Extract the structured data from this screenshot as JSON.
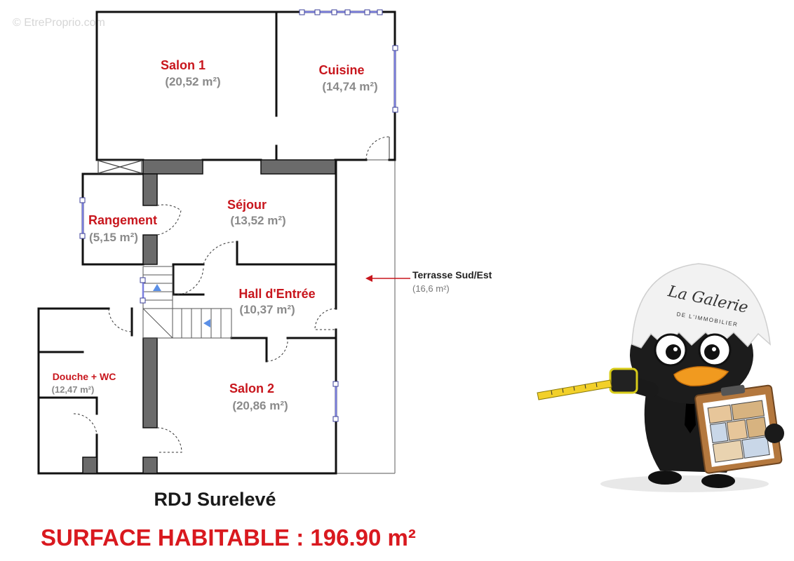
{
  "watermark": "© EtreProprio.com",
  "plan": {
    "title": "RDJ Surelevé",
    "surface": "SURFACE HABITABLE : 196.90 m²",
    "rooms": [
      {
        "name": "Salon 1",
        "area": "(20,52 m²)"
      },
      {
        "name": "Cuisine",
        "area": "(14,74 m²)"
      },
      {
        "name": "Séjour",
        "area": "(13,52 m²)"
      },
      {
        "name": "Rangement",
        "area": "(5,15 m²)"
      },
      {
        "name": "Hall d'Entrée",
        "area": "(10,37 m²)"
      },
      {
        "name": "Douche + WC",
        "area": "(12,47 m²)"
      },
      {
        "name": "Salon 2",
        "area": "(20,86 m²)"
      }
    ],
    "terrace": {
      "name": "Terrasse Sud/Est",
      "area": "(16,6 m²)"
    }
  },
  "logo": {
    "line1": "La Galerie",
    "line2": "DE L'IMMOBILIER"
  },
  "colors": {
    "wall": "#111111",
    "wall_fill": "#6b6b6b",
    "room_name": "#c8161d",
    "window": "#7b7fe0",
    "surface": "#d9191f"
  }
}
